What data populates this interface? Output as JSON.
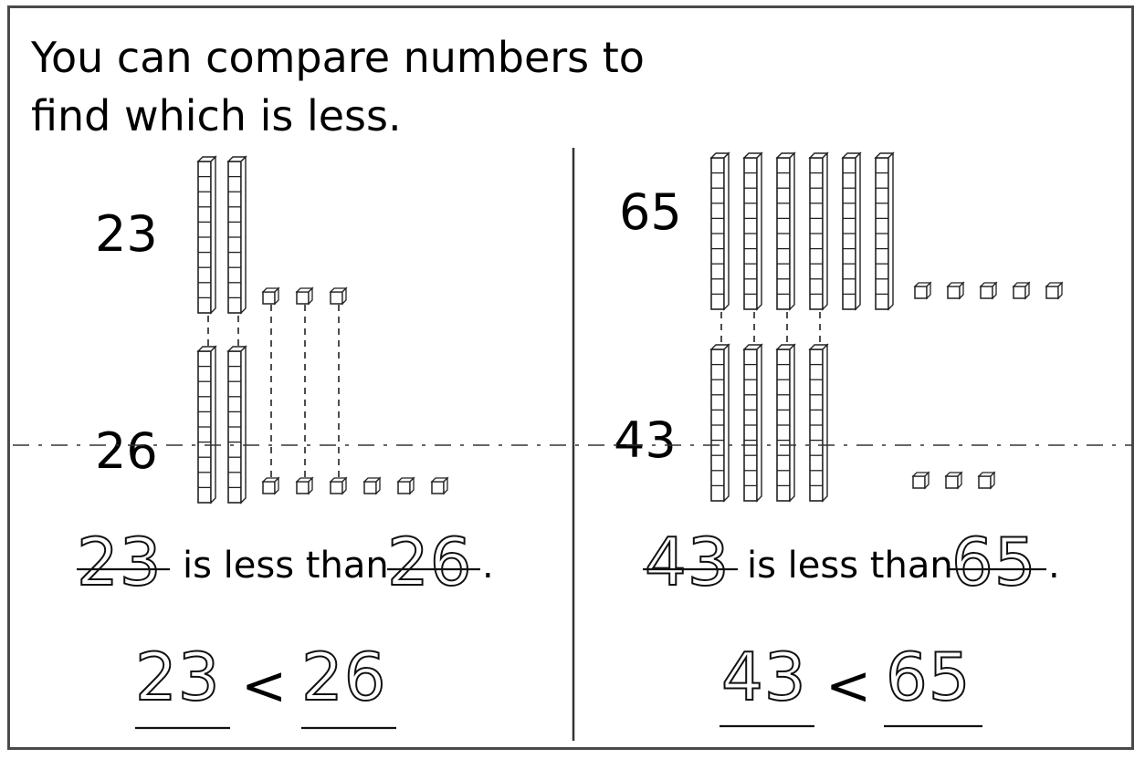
{
  "intro": {
    "line1": "You can compare numbers to",
    "line2": "find which is less."
  },
  "left_panel": {
    "top_number": "23",
    "bottom_number": "26",
    "top_tens": 2,
    "top_ones": 3,
    "bottom_tens": 2,
    "bottom_ones": 6,
    "sentence": {
      "first_blank": "23",
      "phrase": "is less than",
      "second_blank": "26",
      "period": "."
    },
    "symbolic": {
      "left": "23",
      "symbol": "<",
      "right": "26"
    }
  },
  "right_panel": {
    "top_number": "65",
    "bottom_number": "43",
    "top_tens": 6,
    "top_ones": 5,
    "bottom_tens": 4,
    "bottom_ones": 3,
    "sentence": {
      "first_blank": "43",
      "phrase": "is less than",
      "second_blank": "65",
      "period": "."
    },
    "symbolic": {
      "left": "43",
      "symbol": "<",
      "right": "65"
    }
  }
}
